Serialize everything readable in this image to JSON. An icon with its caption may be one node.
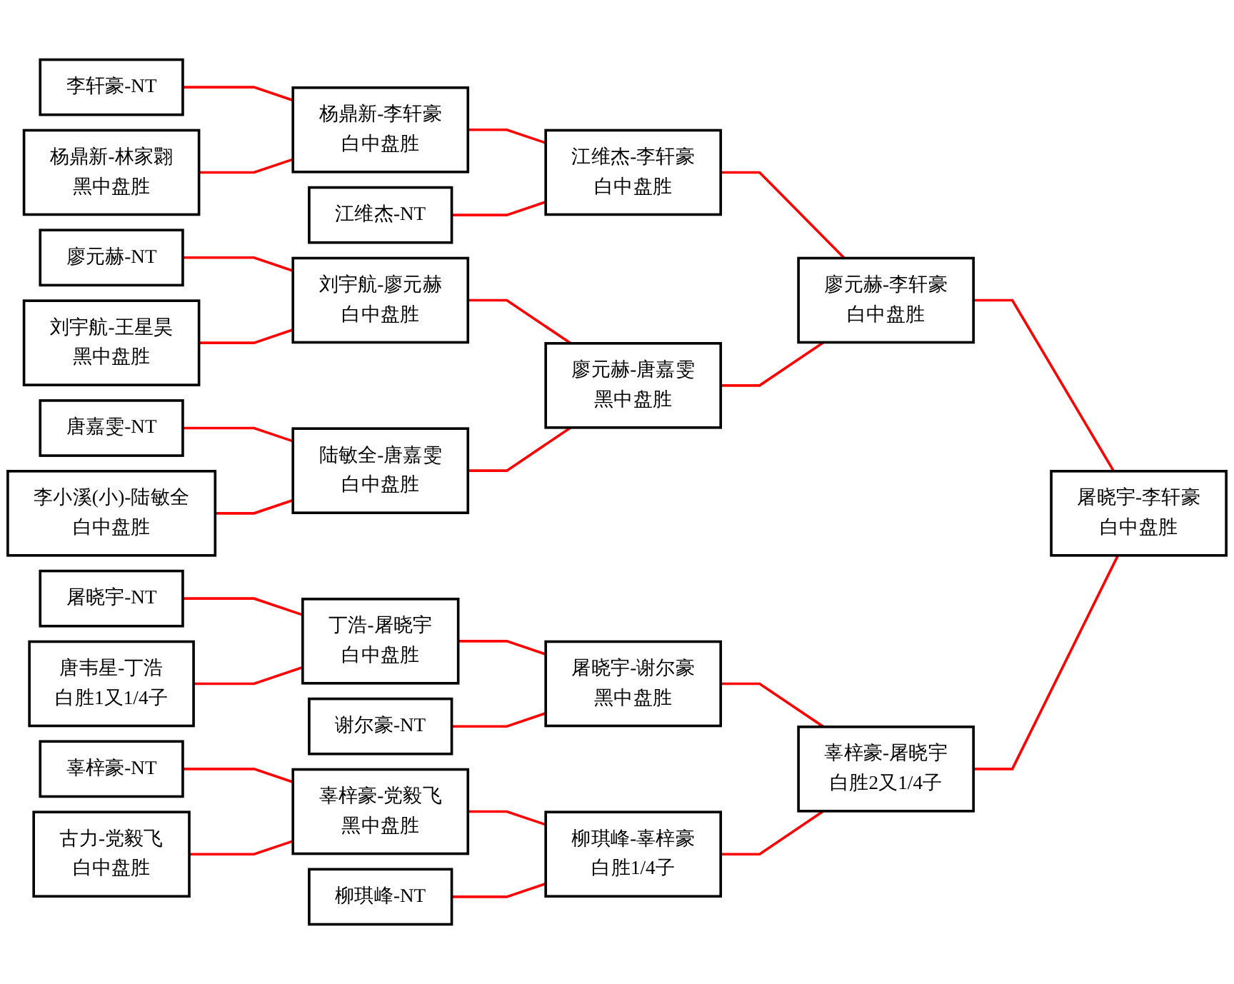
{
  "diagram": {
    "nodes": [
      {
        "text": [
          "李轩豪-NT"
        ]
      },
      {
        "text": [
          "杨鼎新-林家翾",
          "黑中盘胜"
        ]
      },
      {
        "text": [
          "廖元赫-NT"
        ]
      },
      {
        "text": [
          "刘宇航-王星昊",
          "黑中盘胜"
        ]
      },
      {
        "text": [
          "唐嘉雯-NT"
        ]
      },
      {
        "text": [
          "李小溪(小)-陆敏全",
          "白中盘胜"
        ]
      },
      {
        "text": [
          "屠晓宇-NT"
        ]
      },
      {
        "text": [
          "唐韦星-丁浩",
          "白胜1又1/4子"
        ]
      },
      {
        "text": [
          "辜梓豪-NT"
        ]
      },
      {
        "text": [
          "古力-党毅飞",
          "白中盘胜"
        ]
      },
      {
        "text": [
          "杨鼎新-李轩豪",
          "白中盘胜"
        ]
      },
      {
        "text": [
          "江维杰-NT"
        ]
      },
      {
        "text": [
          "刘宇航-廖元赫",
          "白中盘胜"
        ]
      },
      {
        "text": [
          "陆敏全-唐嘉雯",
          "白中盘胜"
        ]
      },
      {
        "text": [
          "丁浩-屠晓宇",
          "白中盘胜"
        ]
      },
      {
        "text": [
          "谢尔豪-NT"
        ]
      },
      {
        "text": [
          "辜梓豪-党毅飞",
          "黑中盘胜"
        ]
      },
      {
        "text": [
          "柳琪峰-NT"
        ]
      },
      {
        "text": [
          "江维杰-李轩豪",
          "白中盘胜"
        ]
      },
      {
        "text": [
          "廖元赫-唐嘉雯",
          "黑中盘胜"
        ]
      },
      {
        "text": [
          "屠晓宇-谢尔豪",
          "黑中盘胜"
        ]
      },
      {
        "text": [
          "柳琪峰-辜梓豪",
          "白胜1/4子"
        ]
      },
      {
        "text": [
          "廖元赫-李轩豪",
          "白中盘胜"
        ]
      },
      {
        "text": [
          "辜梓豪-屠晓宇",
          "白胜2又1/4子"
        ]
      },
      {
        "text": [
          "屠晓宇-李轩豪",
          "白中盘胜"
        ]
      }
    ],
    "edges": [
      {
        "from": 0,
        "to": 10,
        "arrow": "none"
      },
      {
        "from": 1,
        "to": 10,
        "arrow": "none"
      },
      {
        "from": 2,
        "to": 12,
        "arrow": "none"
      },
      {
        "from": 3,
        "to": 12,
        "arrow": "none"
      },
      {
        "from": 4,
        "to": 13,
        "arrow": "none"
      },
      {
        "from": 5,
        "to": 13,
        "arrow": "none"
      },
      {
        "from": 6,
        "to": 14,
        "arrow": "none"
      },
      {
        "from": 7,
        "to": 14,
        "arrow": "none"
      },
      {
        "from": 8,
        "to": 16,
        "arrow": "none"
      },
      {
        "from": 9,
        "to": 16,
        "arrow": "none"
      },
      {
        "from": 10,
        "to": 18,
        "arrow": "none"
      },
      {
        "from": 11,
        "to": 18,
        "arrow": "none"
      },
      {
        "from": 12,
        "to": 19,
        "arrow": "none"
      },
      {
        "from": 13,
        "to": 19,
        "arrow": "none"
      },
      {
        "from": 14,
        "to": 20,
        "arrow": "none"
      },
      {
        "from": 15,
        "to": 20,
        "arrow": "none"
      },
      {
        "from": 16,
        "to": 21,
        "arrow": "none"
      },
      {
        "from": 17,
        "to": 21,
        "arrow": "none"
      },
      {
        "from": 18,
        "to": 22,
        "arrow": "none"
      },
      {
        "from": 19,
        "to": 22,
        "arrow": "none"
      },
      {
        "from": 20,
        "to": 23,
        "arrow": "none"
      },
      {
        "from": 21,
        "to": 23,
        "arrow": "none"
      },
      {
        "from": 22,
        "to": 24,
        "arrow": "none"
      },
      {
        "from": 23,
        "to": 24,
        "arrow": "none"
      }
    ]
  }
}
